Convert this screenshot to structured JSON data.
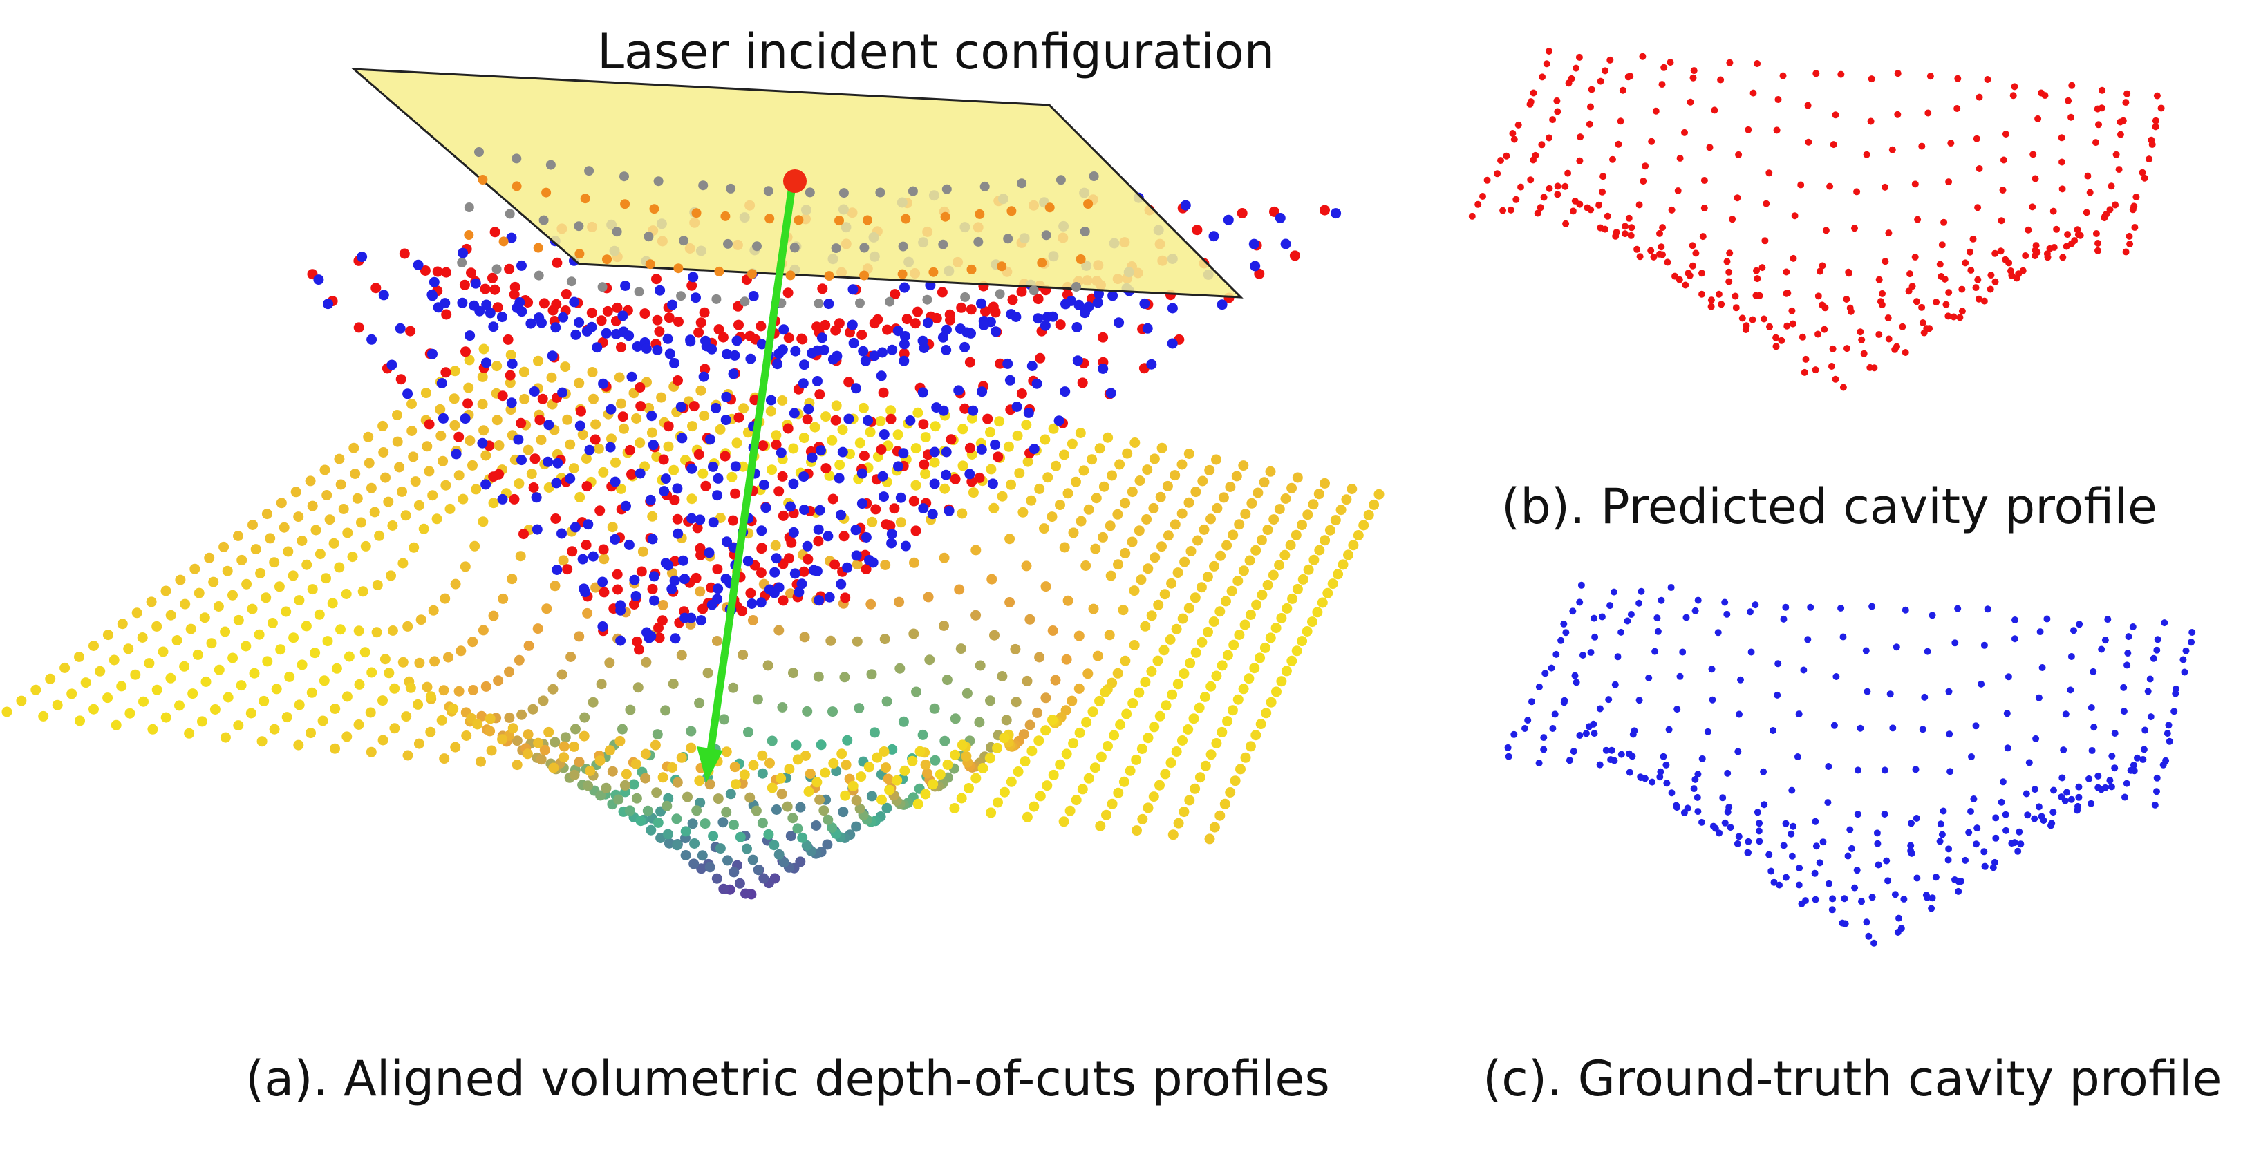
{
  "labels": {
    "laser": "Laser incident configuration",
    "panel_a": "(a). Aligned volumetric depth-of-cuts profiles",
    "panel_b": "(b). Predicted cavity profile",
    "panel_c": "(c). Ground-truth cavity profile"
  },
  "colors": {
    "predicted": "#ee1111",
    "ground_truth": "#1f1fe6",
    "plane_fill": "#f7ef8f",
    "plane_stroke": "#222222",
    "laser_beam": "#33dd22",
    "incident_point": "#ee2a12",
    "surface_high": "#f5e61a",
    "surface_mid": "#e8a23a",
    "surface_low_mid": "#47b38f",
    "surface_low": "#5b3fa0"
  }
}
